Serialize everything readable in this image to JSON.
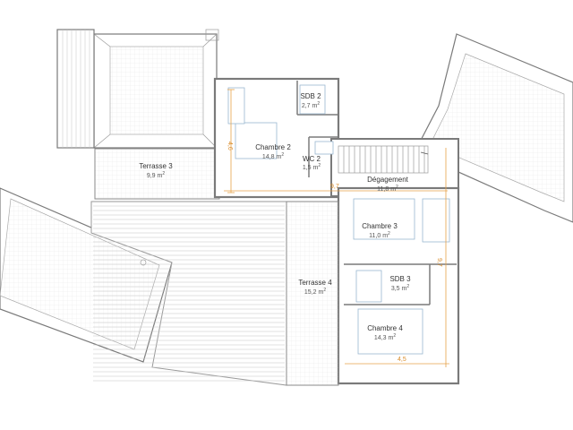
{
  "rooms": [
    {
      "id": "sdb2",
      "name": "SDB 2",
      "area": "2,7 m",
      "sup": "2"
    },
    {
      "id": "chambre2",
      "name": "Chambre 2",
      "area": "14,8 m",
      "sup": "2"
    },
    {
      "id": "wc2",
      "name": "WC 2",
      "area": "1,5 m",
      "sup": "2"
    },
    {
      "id": "terrasse3",
      "name": "Terrasse 3",
      "area": "9,9 m",
      "sup": "2"
    },
    {
      "id": "degagement",
      "name": "Dégagement",
      "area": "11,8 m",
      "sup": "2"
    },
    {
      "id": "chambre3",
      "name": "Chambre 3",
      "area": "11,0 m",
      "sup": "2"
    },
    {
      "id": "terrasse4",
      "name": "Terrasse 4",
      "area": "15,2 m",
      "sup": "2"
    },
    {
      "id": "sdb3",
      "name": "SDB 3",
      "area": "3,5 m",
      "sup": "2"
    },
    {
      "id": "chambre4",
      "name": "Chambre 4",
      "area": "14,3 m",
      "sup": "2"
    }
  ],
  "dimensions": {
    "chambre2_height": "4,6",
    "level_width": "9,7",
    "east_height": "9,7",
    "chambre4_width": "4,5"
  },
  "colors": {
    "walls": "#7a7a7a",
    "dimension_lines": "#e6a24a",
    "furniture": "#9ab7d0"
  }
}
